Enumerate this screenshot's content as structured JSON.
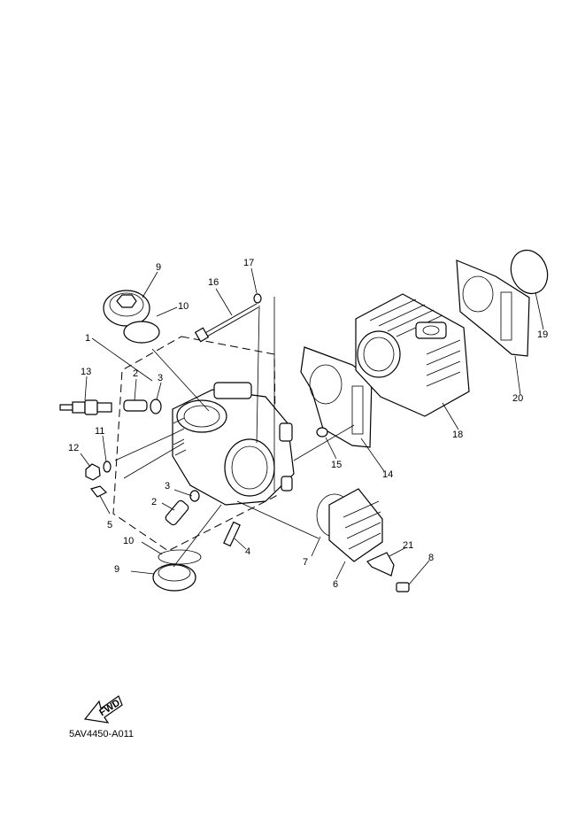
{
  "diagram_code": "5AV4450-A011",
  "fwd_label": "FWD",
  "callouts": [
    {
      "id": "c9a",
      "label": "9"
    },
    {
      "id": "c10a",
      "label": "10"
    },
    {
      "id": "c1",
      "label": "1"
    },
    {
      "id": "c13",
      "label": "13"
    },
    {
      "id": "c2a",
      "label": "2"
    },
    {
      "id": "c3a",
      "label": "3"
    },
    {
      "id": "c11",
      "label": "11"
    },
    {
      "id": "c12",
      "label": "12"
    },
    {
      "id": "c5",
      "label": "5"
    },
    {
      "id": "c3b",
      "label": "3"
    },
    {
      "id": "c2b",
      "label": "2"
    },
    {
      "id": "c4",
      "label": "4"
    },
    {
      "id": "c10b",
      "label": "10"
    },
    {
      "id": "c9b",
      "label": "9"
    },
    {
      "id": "c16",
      "label": "16"
    },
    {
      "id": "c17",
      "label": "17"
    },
    {
      "id": "c15",
      "label": "15"
    },
    {
      "id": "c14",
      "label": "14"
    },
    {
      "id": "c18",
      "label": "18"
    },
    {
      "id": "c19",
      "label": "19"
    },
    {
      "id": "c20",
      "label": "20"
    },
    {
      "id": "c7",
      "label": "7"
    },
    {
      "id": "c6",
      "label": "6"
    },
    {
      "id": "c21",
      "label": "21"
    },
    {
      "id": "c8",
      "label": "8"
    }
  ]
}
